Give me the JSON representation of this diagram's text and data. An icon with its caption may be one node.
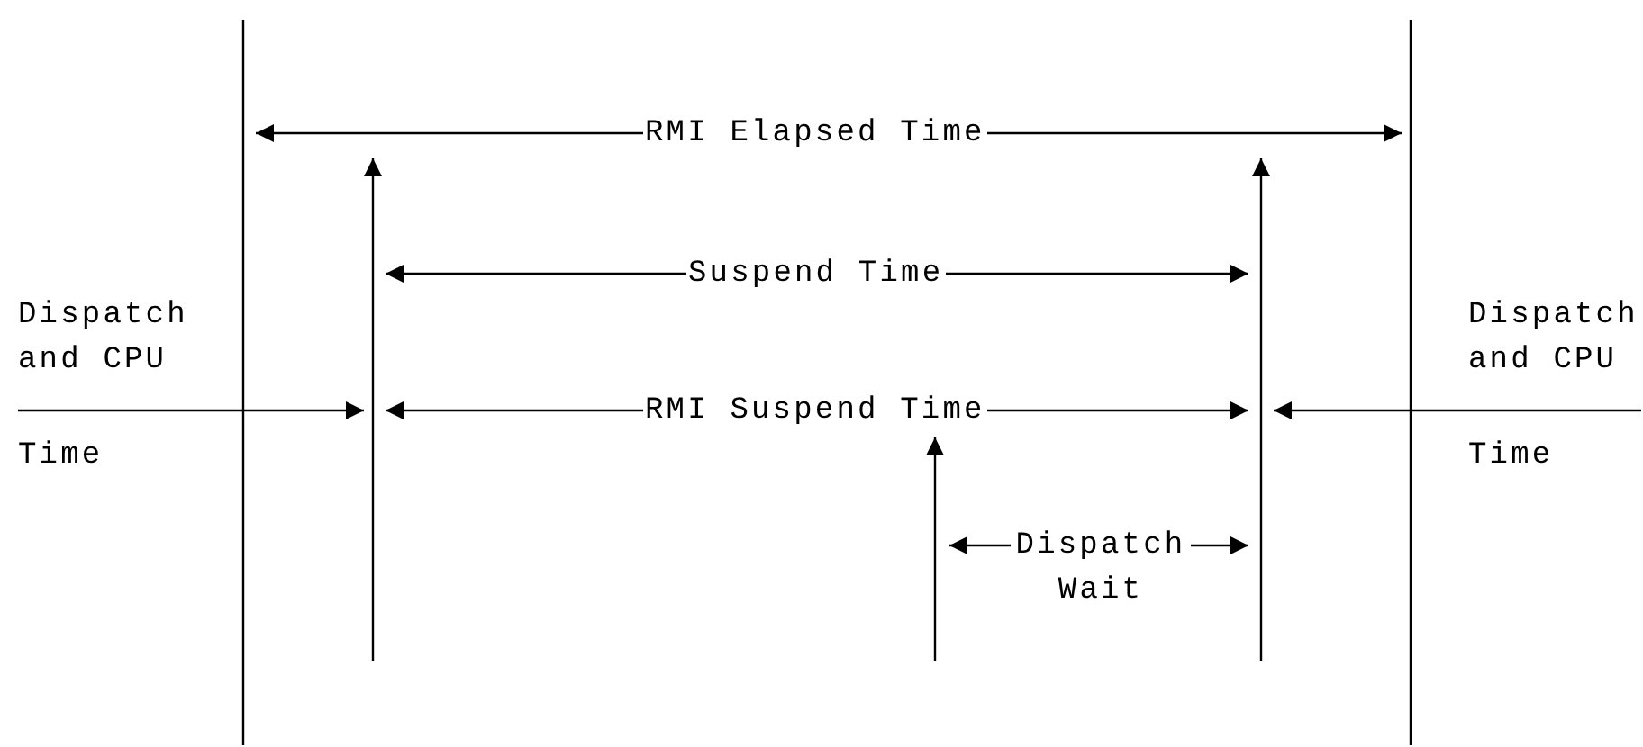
{
  "diagram": {
    "labels": [
      "RMI Elapsed Time",
      "Suspend Time",
      "Dispatch and CPU",
      "Dispatch and CPU",
      "RMI Suspend Time",
      "Time",
      "Time",
      "Dispatch Wait"
    ]
  }
}
